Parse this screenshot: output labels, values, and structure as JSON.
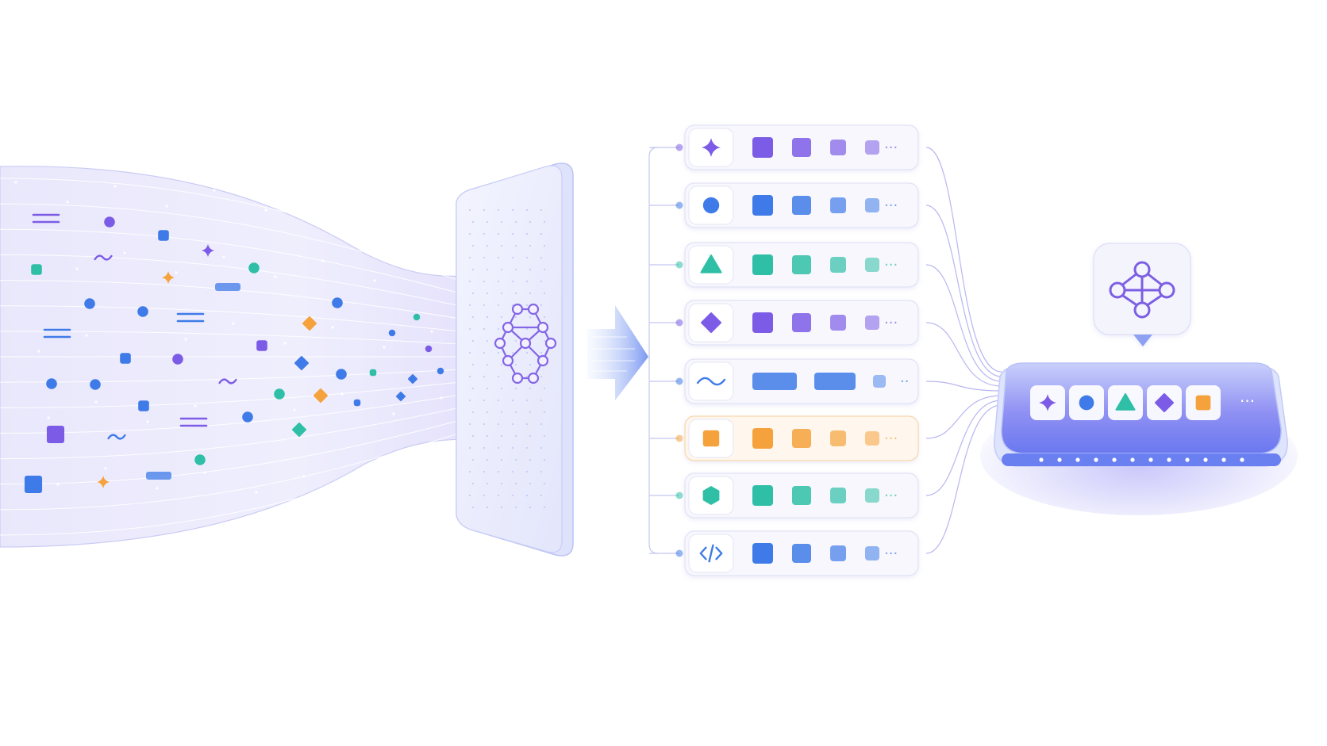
{
  "colors": {
    "purple": "#7c5ce6",
    "blue": "#3f7be8",
    "teal": "#2fbfa6",
    "orange": "#f5a23c",
    "stream": "#c8c4f6",
    "panel": "#e6e8fb"
  },
  "encoder": {
    "icon": "neural-network-icon"
  },
  "channels": [
    {
      "icon": "sparkle-icon",
      "shape": "sparkle",
      "color": "#7c5ce6",
      "tokens": [
        "square",
        "square",
        "square",
        "square"
      ],
      "more": "···",
      "highlight": false
    },
    {
      "icon": "circle-icon",
      "shape": "circle",
      "color": "#3f7be8",
      "tokens": [
        "square",
        "square",
        "square",
        "square"
      ],
      "more": "···",
      "highlight": false
    },
    {
      "icon": "triangle-icon",
      "shape": "triangle",
      "color": "#2fbfa6",
      "tokens": [
        "square",
        "square",
        "square",
        "square"
      ],
      "more": "···",
      "highlight": false
    },
    {
      "icon": "diamond-icon",
      "shape": "diamond",
      "color": "#7c5ce6",
      "tokens": [
        "square",
        "square",
        "square",
        "square"
      ],
      "more": "···",
      "highlight": false
    },
    {
      "icon": "wave-icon",
      "shape": "wave",
      "color": "#3f7be8",
      "tokens": [
        "bar",
        "bar",
        "square"
      ],
      "more": "··",
      "highlight": false
    },
    {
      "icon": "square-icon",
      "shape": "square",
      "color": "#f5a23c",
      "tokens": [
        "square",
        "square",
        "square",
        "square"
      ],
      "more": "···",
      "highlight": true
    },
    {
      "icon": "hexagon-icon",
      "shape": "hexagon",
      "color": "#2fbfa6",
      "tokens": [
        "square",
        "square",
        "square",
        "square"
      ],
      "more": "···",
      "highlight": false
    },
    {
      "icon": "code-icon",
      "shape": "code",
      "color": "#3f7be8",
      "tokens": [
        "square",
        "square",
        "square",
        "square"
      ],
      "more": "···",
      "highlight": false
    }
  ],
  "merged": {
    "icon": "graph-nodes-icon",
    "tokens": [
      {
        "shape": "sparkle",
        "color": "#7c5ce6"
      },
      {
        "shape": "circle",
        "color": "#3f7be8"
      },
      {
        "shape": "triangle",
        "color": "#2fbfa6"
      },
      {
        "shape": "diamond",
        "color": "#7c5ce6"
      },
      {
        "shape": "square",
        "color": "#f5a23c"
      }
    ],
    "more": "···"
  }
}
